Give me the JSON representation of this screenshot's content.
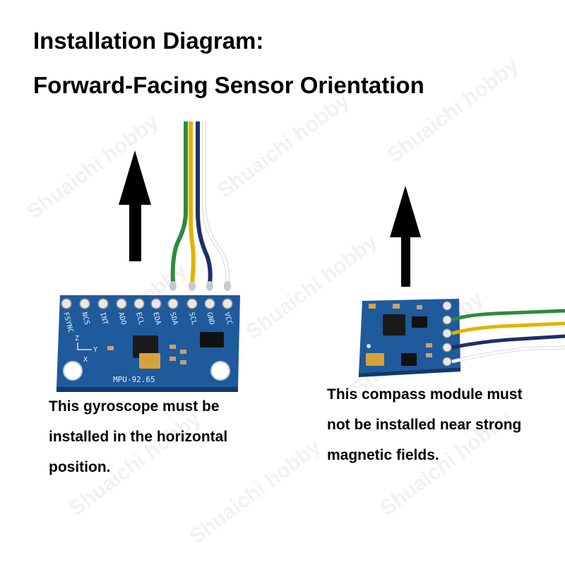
{
  "title": {
    "line1": "Installation Diagram:",
    "line2": "Forward-Facing Sensor Orientation"
  },
  "gyro": {
    "pin_labels": [
      "FSYNC",
      "NCS",
      "INT",
      "ADO",
      "ECL",
      "EDA",
      "SDA",
      "SCL",
      "GND",
      "VCC"
    ],
    "axis_labels": [
      "Z",
      "Y",
      "X"
    ],
    "board_text": "MPU-92.65",
    "caption": [
      "This gyroscope must be",
      "installed in the horizontal",
      "position."
    ]
  },
  "compass": {
    "caption": [
      "This compass module must",
      "not be installed near strong",
      "magnetic fields."
    ]
  },
  "watermark": "Shuaichi hobby",
  "colors": {
    "pcb_blue": "#1f5a9c",
    "wire_green": "#2e8b3e",
    "wire_yellow": "#e0b400",
    "wire_navy": "#1c2f6b",
    "wire_white": "#f2f2f2",
    "arrow": "#000000"
  }
}
